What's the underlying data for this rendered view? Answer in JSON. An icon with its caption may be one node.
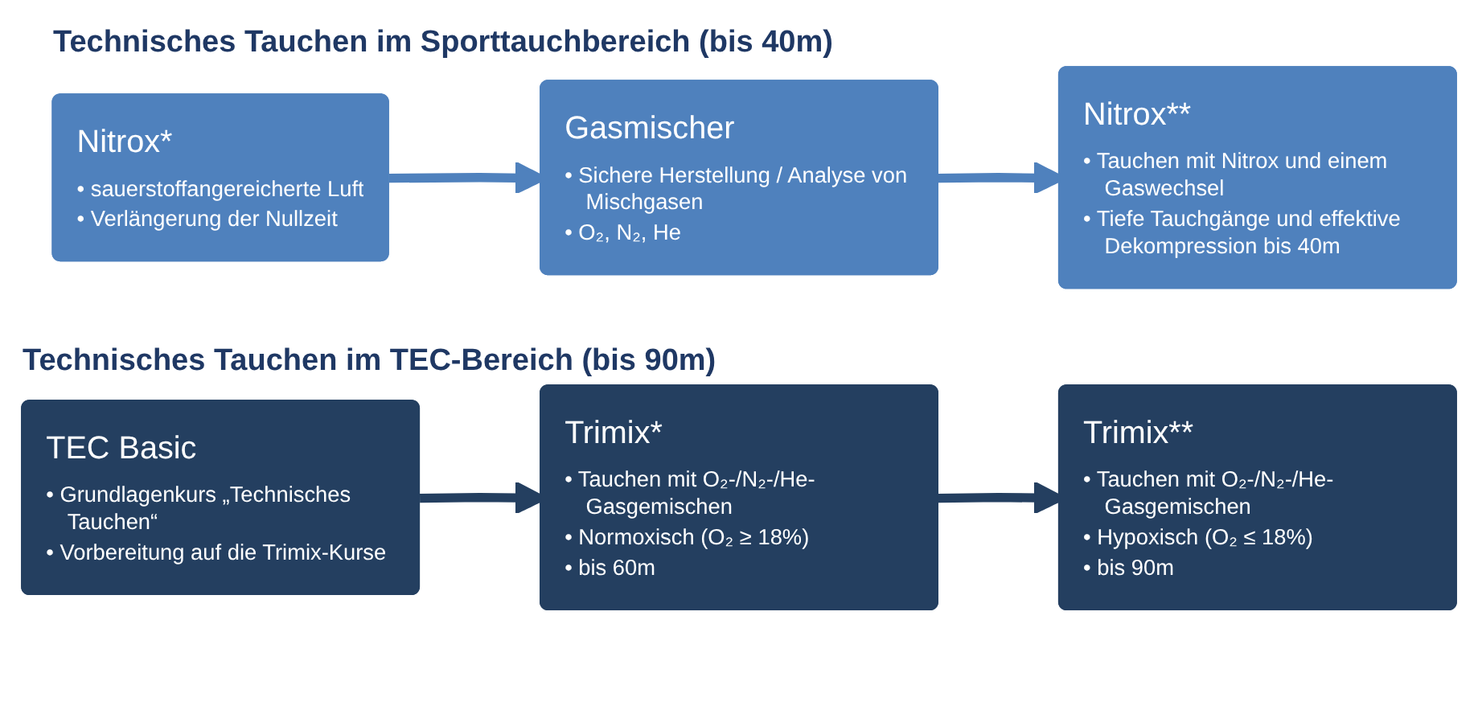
{
  "diagram": {
    "nodes": [
      {
        "text": [
          "Nitrox*",
          "• sauerstoffangereicherte Luft",
          "• Verlängerung der Nullzeit"
        ]
      },
      {
        "text": [
          "Gasmischer",
          "• Sichere Herstellung / Analyse von Mischgasen",
          "• O₂, N₂, He"
        ]
      },
      {
        "text": [
          "Nitrox**",
          "• Tauchen mit Nitrox und einem Gaswechsel",
          "• Tiefe Tauchgänge und effektive Dekompression bis 40m"
        ]
      },
      {
        "text": [
          "TEC Basic",
          "• Grundlagenkurs „Technisches Tauchen“",
          "• Vorbereitung auf die Trimix-Kurse"
        ]
      },
      {
        "text": [
          "Trimix*",
          "• Tauchen mit O₂-/N₂-/He-Gasgemischen",
          "• Normoxisch (O₂ ≥ 18%)",
          "• bis 60m"
        ]
      },
      {
        "text": [
          "Trimix**",
          "• Tauchen mit O₂-/N₂-/He-Gasgemischen",
          "• Hypoxisch (O₂ ≤ 18%)",
          "• bis 90m"
        ]
      }
    ],
    "edges": [
      {
        "from": 0,
        "to": 1,
        "arrow": "to",
        "color": "#4f81bd"
      },
      {
        "from": 1,
        "to": 2,
        "arrow": "to",
        "color": "#4f81bd"
      },
      {
        "from": 3,
        "to": 4,
        "arrow": "to",
        "color": "#243f60"
      },
      {
        "from": 4,
        "to": 5,
        "arrow": "to",
        "color": "#243f60"
      }
    ],
    "labels": [
      "Technisches Tauchen im Sporttauchbereich (bis 40m)",
      "Technisches Tauchen im TEC-Bereich (bis 90m)"
    ]
  }
}
